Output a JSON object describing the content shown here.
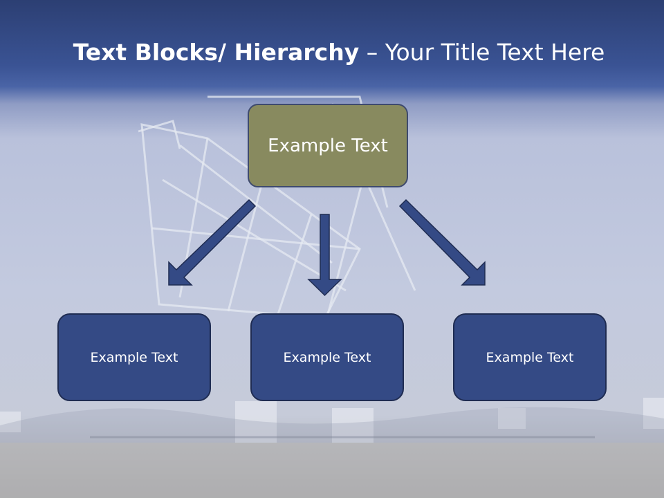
{
  "title": {
    "bold": "Text Blocks/ Hierarchy",
    "rest": " – Your Title Text Here"
  },
  "top_box": {
    "label": "Example Text"
  },
  "children": [
    {
      "label": "Example Text"
    },
    {
      "label": "Example Text"
    },
    {
      "label": "Example Text"
    }
  ],
  "colors": {
    "title_band": "#3a5394",
    "top_box_fill": "#888a5f",
    "child_box_fill": "#344a85",
    "arrow_fill": "#344a85",
    "box_border": "#1f2c52"
  },
  "icons": {
    "arrow": "arrow-down-icon",
    "background": "radio-telescope-image"
  }
}
